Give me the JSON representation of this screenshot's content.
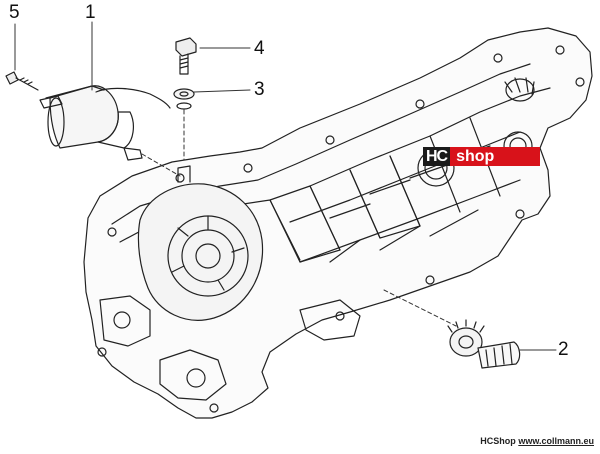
{
  "callouts": {
    "c1": "1",
    "c2": "2",
    "c3": "3",
    "c4": "4",
    "c5": "5"
  },
  "watermark": {
    "hc": "HC",
    "shop": "shop",
    "brand_color": "#d8121a"
  },
  "footer": {
    "brand": "HCShop",
    "url": "www.collmann.eu"
  },
  "icons": [
    "crankcase",
    "starter-motor",
    "starter-bolt",
    "mount-bolt",
    "washer",
    "starter-gear"
  ]
}
